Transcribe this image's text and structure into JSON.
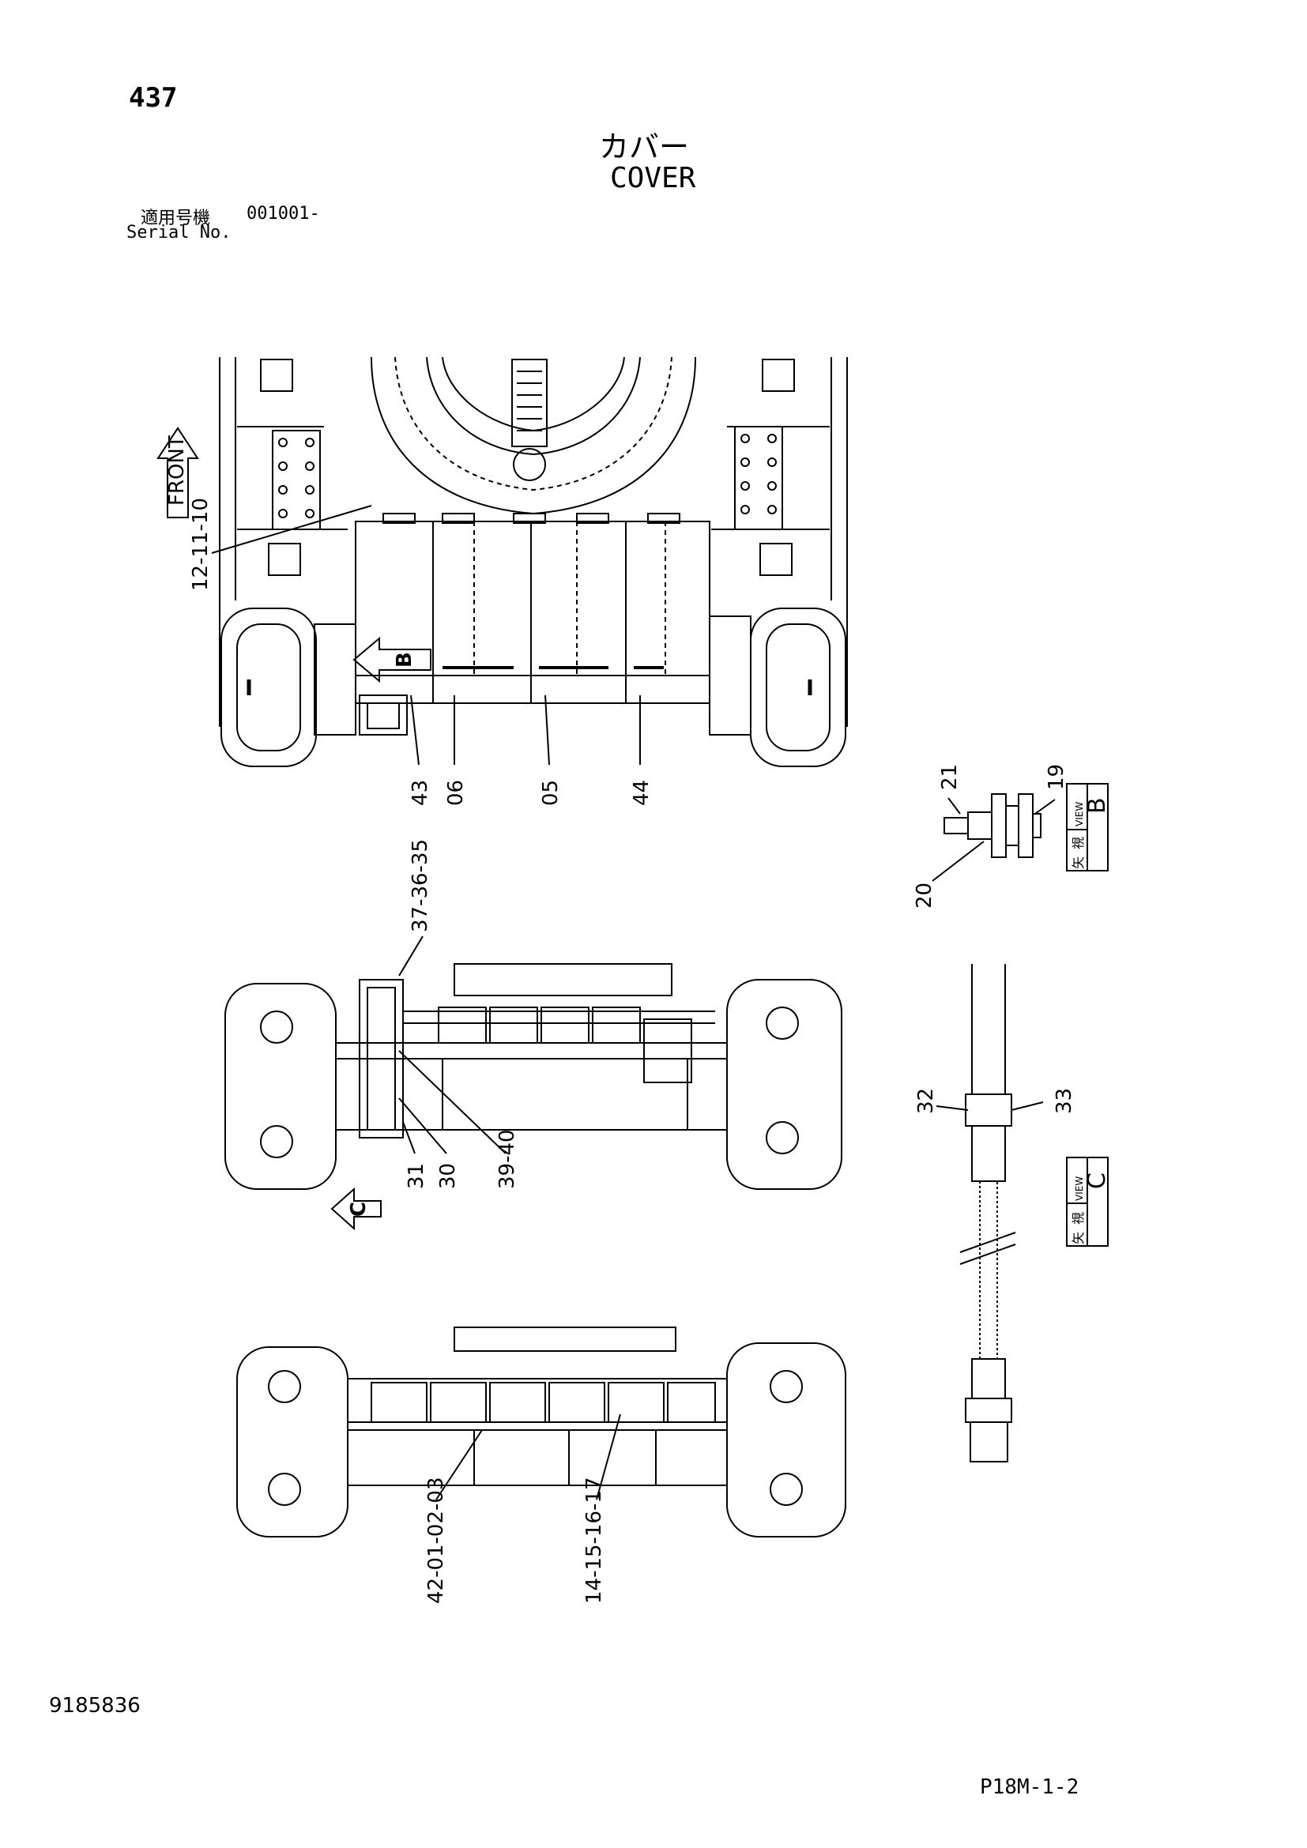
{
  "header": {
    "page_number": "437",
    "title_jp": "カバー",
    "title_en": "COVER",
    "serial_label_jp": "適用号機",
    "serial_value": "001001-",
    "serial_label_en": "Serial No."
  },
  "footer": {
    "document_number": "9185836",
    "page_code": "P18M-1-2"
  },
  "arrows": {
    "front": "FRONT",
    "view_b_marker": "B",
    "view_c_marker": "C"
  },
  "view_boxes": {
    "b": {
      "jp_1": "矢",
      "jp_2": "視",
      "en": "VIEW",
      "letter": "B"
    },
    "c": {
      "jp_1": "矢",
      "jp_2": "視",
      "en": "VIEW",
      "letter": "C"
    }
  },
  "callouts": {
    "top_left_group": "12-11-10",
    "p43": "43",
    "p06": "06",
    "p05": "05",
    "p44": "44",
    "view_b_21": "21",
    "view_b_19": "19",
    "view_b_20": "20",
    "mid_top_group": "37-36-35",
    "p31": "31",
    "p30": "30",
    "p39_40": "39-40",
    "view_c_32": "32",
    "view_c_33": "33",
    "bottom_group_a": "42-01-02-03",
    "bottom_group_b": "14-15-16-17"
  }
}
